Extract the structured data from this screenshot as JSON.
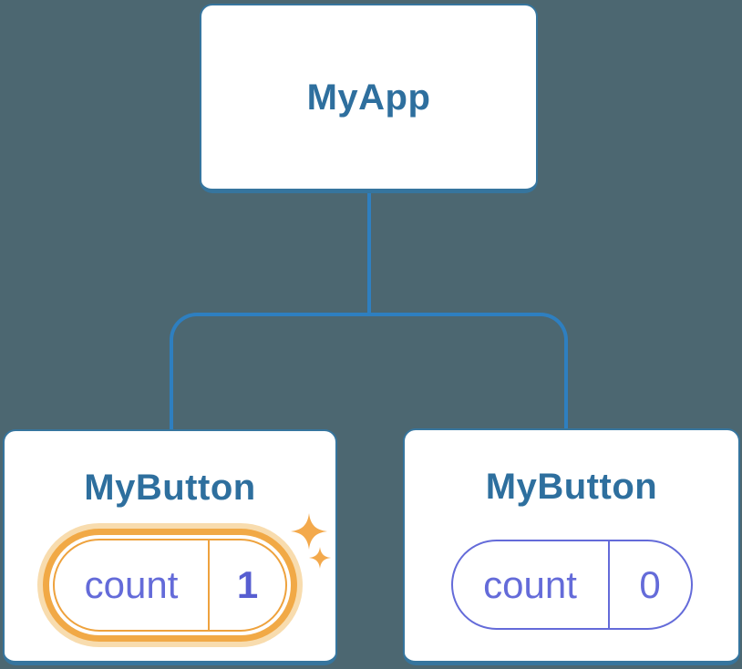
{
  "diagram": {
    "description": "React component tree showing state update",
    "root": {
      "label": "MyApp"
    },
    "children": [
      {
        "label": "MyButton",
        "state_key": "count",
        "state_value": "1",
        "highlighted": true
      },
      {
        "label": "MyButton",
        "state_key": "count",
        "state_value": "0",
        "highlighted": false
      }
    ]
  },
  "icons": {
    "sparkles": "sparkles-icon"
  },
  "colors": {
    "background": "#4c6771",
    "node_fill": "#ffffff",
    "node_border": "#36759e",
    "node_title": "#2e6f9e",
    "connector": "#2e7fc0",
    "state_accent": "#646bd9",
    "state_value_bold": "#575ed1",
    "highlight_border": "#eea23d",
    "highlight_ring": "#f1a946",
    "highlight_glow": "#f8dcae",
    "sparkle": "#f3a94c"
  }
}
